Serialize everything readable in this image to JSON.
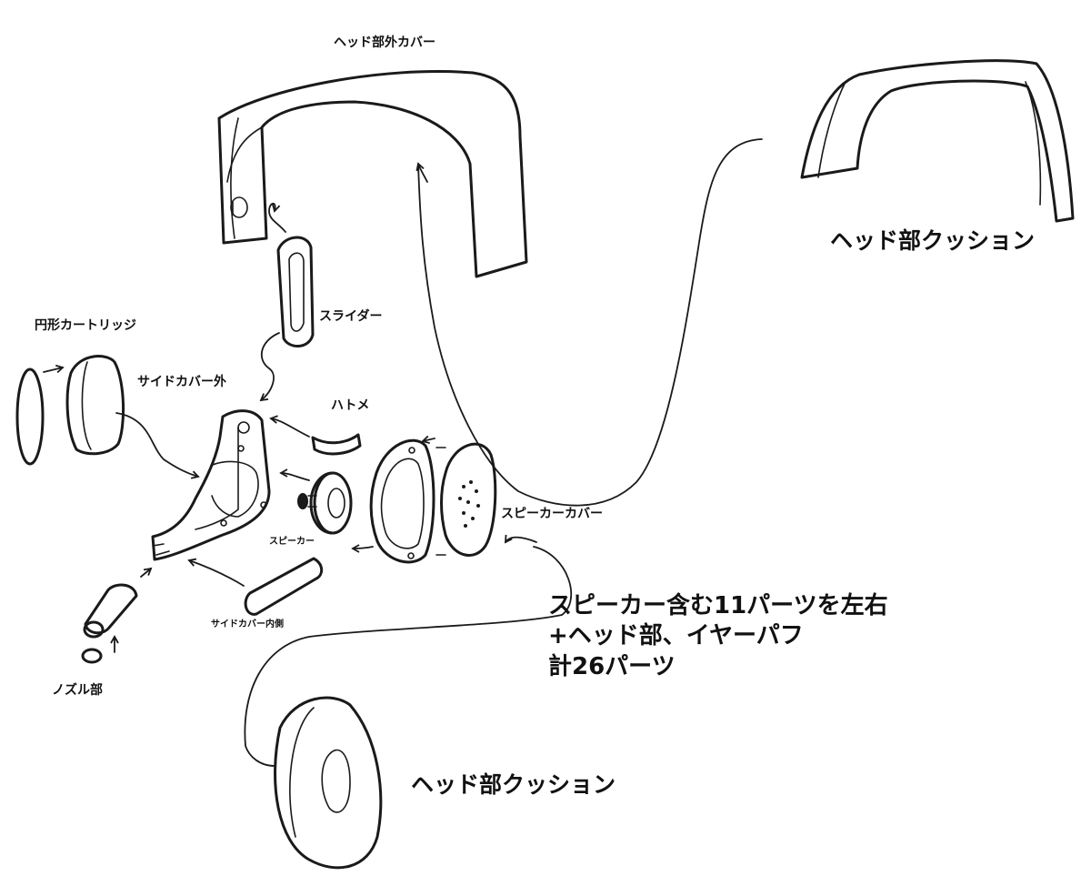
{
  "labels": {
    "head_outer_cover": "ヘッド部外カバー",
    "head_cushion_top": "ヘッド部クッション",
    "slider": "スライダー",
    "circular_cartridge": "円形カートリッジ",
    "side_cover_outer": "サイドカバー外",
    "eyelet": "ハトメ",
    "speaker": "スピーカー",
    "speaker_cover": "スピーカーカバー",
    "side_cover_inner": "サイドカバー内側",
    "nozzle": "ノズル部",
    "head_cushion_bottom": "ヘッド部クッション"
  },
  "note": {
    "line1": "スピーカー含む11パーツを左右",
    "line2": "+ヘッド部、イヤーパフ",
    "line3": "計26パーツ"
  },
  "colors": {
    "stroke": "#1a1a1a",
    "background": "#ffffff"
  }
}
